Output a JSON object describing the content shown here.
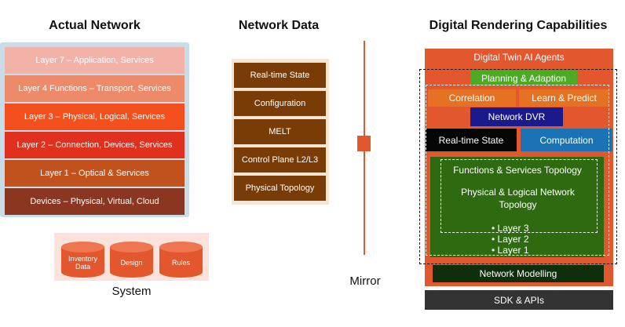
{
  "actual_network": {
    "title": "Actual Network",
    "layers": [
      {
        "label": "Layer 7 – Application, Services",
        "color": "#f3b2a8"
      },
      {
        "label": "Layer 4 Functions – Transport, Services",
        "color": "#ec8a6a"
      },
      {
        "label": "Layer 3 – Physical, Logical, Services",
        "color": "#f4501e"
      },
      {
        "label": "Layer 2 – Connection, Devices, Services",
        "color": "#e0301e"
      },
      {
        "label": "Layer 1 – Optical & Services",
        "color": "#c1521e"
      },
      {
        "label": "Devices – Physical, Virtual, Cloud",
        "color": "#8a3620"
      }
    ]
  },
  "system": {
    "title": "System",
    "stores": [
      {
        "label": "Inventory Data"
      },
      {
        "label": "Design"
      },
      {
        "label": "Rules"
      }
    ]
  },
  "network_data": {
    "title": "Network Data",
    "items": [
      "Real-time State",
      "Configuration",
      "MELT",
      "Control Plane L2/L3",
      "Physical Topology"
    ]
  },
  "mirror": {
    "label": "Mirror"
  },
  "digital_rendering": {
    "title": "Digital Rendering Capabilities",
    "ai_agents": "Digital Twin AI Agents",
    "planning": "Planning & Adaption",
    "correlation": "Correlation",
    "learn_predict": "Learn & Predict",
    "network_dvr": "Network DVR",
    "realtime_state": "Real-time State",
    "computation": "Computation",
    "functions_topology": "Functions & Services Topology",
    "physical_logical_title": "Physical & Logical Network Topology",
    "layers": [
      "• Layer 3",
      "• Layer 2",
      "• Layer 1"
    ],
    "network_modelling": "Network Modelling",
    "sdk": "SDK & APIs"
  },
  "colors": {
    "orange": "#e3572e",
    "brown": "#7a3c07",
    "green": "#2e6b10",
    "bright_green": "#4caa23",
    "navy": "#1a1a8c",
    "blue": "#1a73b5",
    "dark": "#333333"
  }
}
